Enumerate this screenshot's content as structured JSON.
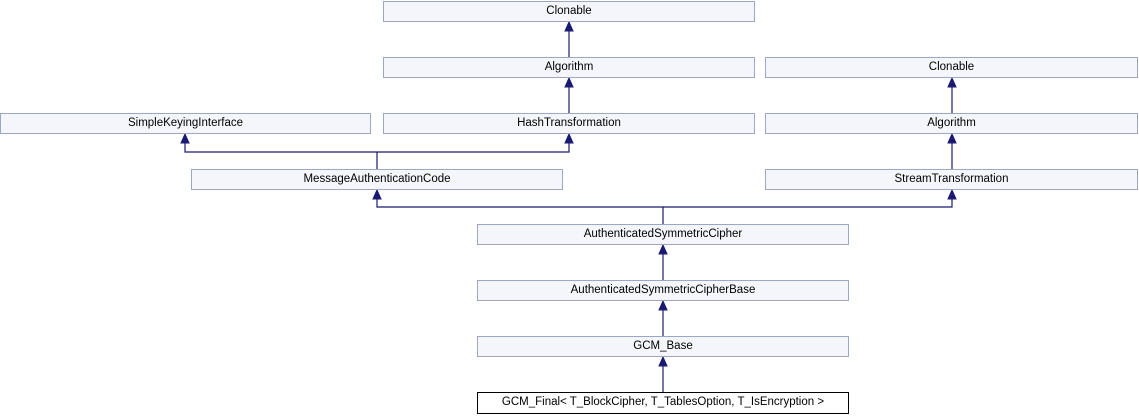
{
  "diagram": {
    "type": "class-inheritance-graph",
    "nodes": [
      {
        "id": "clonable-top",
        "label": "Clonable"
      },
      {
        "id": "algorithm-center",
        "label": "Algorithm"
      },
      {
        "id": "clonable-right",
        "label": "Clonable"
      },
      {
        "id": "simple-keying-interface",
        "label": "SimpleKeyingInterface"
      },
      {
        "id": "hash-transformation",
        "label": "HashTransformation"
      },
      {
        "id": "algorithm-right",
        "label": "Algorithm"
      },
      {
        "id": "message-authentication-code",
        "label": "MessageAuthenticationCode"
      },
      {
        "id": "stream-transformation",
        "label": "StreamTransformation"
      },
      {
        "id": "authenticated-symmetric-cipher",
        "label": "AuthenticatedSymmetricCipher"
      },
      {
        "id": "authenticated-symmetric-cipher-base",
        "label": "AuthenticatedSymmetricCipherBase"
      },
      {
        "id": "gcm-base",
        "label": "GCM_Base"
      },
      {
        "id": "gcm-final",
        "label": "GCM_Final< T_BlockCipher, T_TablesOption, T_IsEncryption >",
        "highlighted": true
      }
    ],
    "edges": [
      {
        "from": "algorithm-center",
        "to": "clonable-top"
      },
      {
        "from": "hash-transformation",
        "to": "algorithm-center"
      },
      {
        "from": "algorithm-right",
        "to": "clonable-right"
      },
      {
        "from": "message-authentication-code",
        "to": "simple-keying-interface"
      },
      {
        "from": "message-authentication-code",
        "to": "hash-transformation"
      },
      {
        "from": "stream-transformation",
        "to": "algorithm-right"
      },
      {
        "from": "authenticated-symmetric-cipher",
        "to": "message-authentication-code"
      },
      {
        "from": "authenticated-symmetric-cipher",
        "to": "stream-transformation"
      },
      {
        "from": "authenticated-symmetric-cipher-base",
        "to": "authenticated-symmetric-cipher"
      },
      {
        "from": "gcm-base",
        "to": "authenticated-symmetric-cipher-base"
      },
      {
        "from": "gcm-final",
        "to": "gcm-base"
      }
    ],
    "colors": {
      "node_border": "#9ca6c9",
      "node_fill": "#f4f6fb",
      "edge": "#1a1a70",
      "highlight_border": "#000000",
      "text": "#000000",
      "background": "#ffffff"
    }
  }
}
